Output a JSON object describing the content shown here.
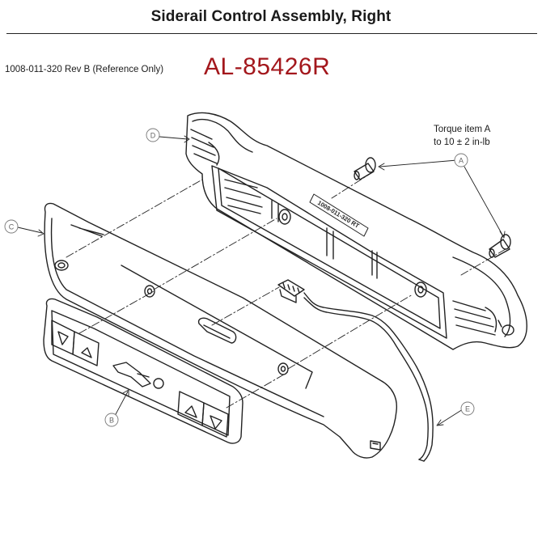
{
  "header": {
    "title": "Siderail Control Assembly, Right",
    "document_ref": "1008-011-320 Rev B (Reference Only)",
    "part_number": "AL-85426R",
    "part_number_color": "#a3171c"
  },
  "note": {
    "line1": "Torque item A",
    "line2": "to 10 ± 2 in-lb"
  },
  "callouts": {
    "A": "A",
    "B": "B",
    "C": "C",
    "D": "D",
    "E": "E"
  },
  "bracket_label": "1008-011-320 RT",
  "icons": [
    "arrow-down-icon",
    "arrow-up-icon",
    "bed-icon"
  ]
}
